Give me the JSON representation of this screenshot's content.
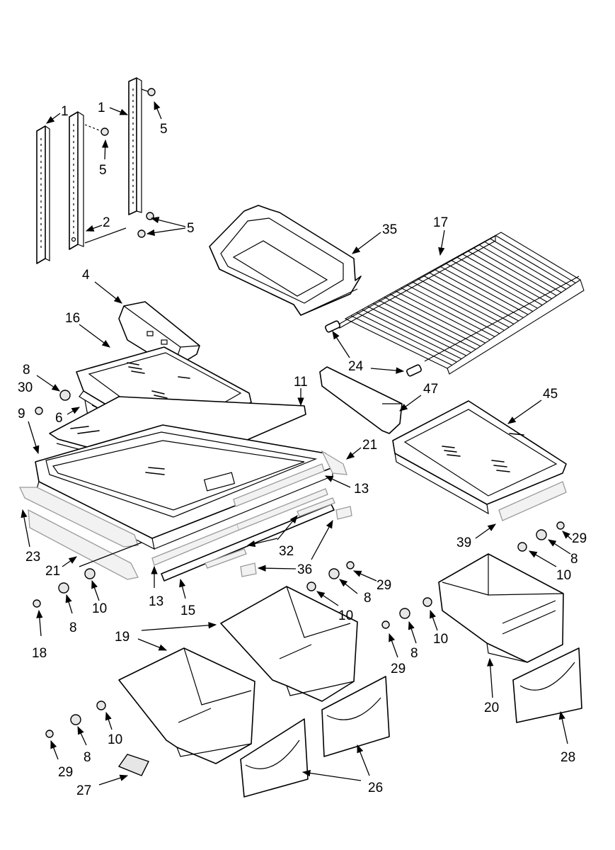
{
  "callouts": [
    {
      "id": "c1a",
      "label": "1"
    },
    {
      "id": "c1b",
      "label": "1"
    },
    {
      "id": "c5a",
      "label": "5"
    },
    {
      "id": "c5b",
      "label": "5"
    },
    {
      "id": "c5c",
      "label": "5"
    },
    {
      "id": "c2",
      "label": "2"
    },
    {
      "id": "c35",
      "label": "35"
    },
    {
      "id": "c17",
      "label": "17"
    },
    {
      "id": "c4",
      "label": "4"
    },
    {
      "id": "c16",
      "label": "16"
    },
    {
      "id": "c8a",
      "label": "8"
    },
    {
      "id": "c30",
      "label": "30"
    },
    {
      "id": "c9",
      "label": "9"
    },
    {
      "id": "c6",
      "label": "6"
    },
    {
      "id": "c11",
      "label": "11"
    },
    {
      "id": "c24",
      "label": "24"
    },
    {
      "id": "c47",
      "label": "47"
    },
    {
      "id": "c45",
      "label": "45"
    },
    {
      "id": "c21a",
      "label": "21"
    },
    {
      "id": "c13a",
      "label": "13"
    },
    {
      "id": "c23",
      "label": "23"
    },
    {
      "id": "c21b",
      "label": "21"
    },
    {
      "id": "c32",
      "label": "32"
    },
    {
      "id": "c36",
      "label": "36"
    },
    {
      "id": "c39",
      "label": "39"
    },
    {
      "id": "c29a",
      "label": "29"
    },
    {
      "id": "c8b",
      "label": "8"
    },
    {
      "id": "c10a",
      "label": "10"
    },
    {
      "id": "c29b",
      "label": "29"
    },
    {
      "id": "c8c",
      "label": "8"
    },
    {
      "id": "c10b",
      "label": "10"
    },
    {
      "id": "c13b",
      "label": "13"
    },
    {
      "id": "c15",
      "label": "15"
    },
    {
      "id": "c10c",
      "label": "10"
    },
    {
      "id": "c8d",
      "label": "8"
    },
    {
      "id": "c18",
      "label": "18"
    },
    {
      "id": "c19",
      "label": "19"
    },
    {
      "id": "c29c",
      "label": "29"
    },
    {
      "id": "c8e",
      "label": "8"
    },
    {
      "id": "c10d",
      "label": "10"
    },
    {
      "id": "c20",
      "label": "20"
    },
    {
      "id": "c10e",
      "label": "10"
    },
    {
      "id": "c8f",
      "label": "8"
    },
    {
      "id": "c29d",
      "label": "29"
    },
    {
      "id": "c28",
      "label": "28"
    },
    {
      "id": "c27",
      "label": "27"
    },
    {
      "id": "c26",
      "label": "26"
    }
  ]
}
